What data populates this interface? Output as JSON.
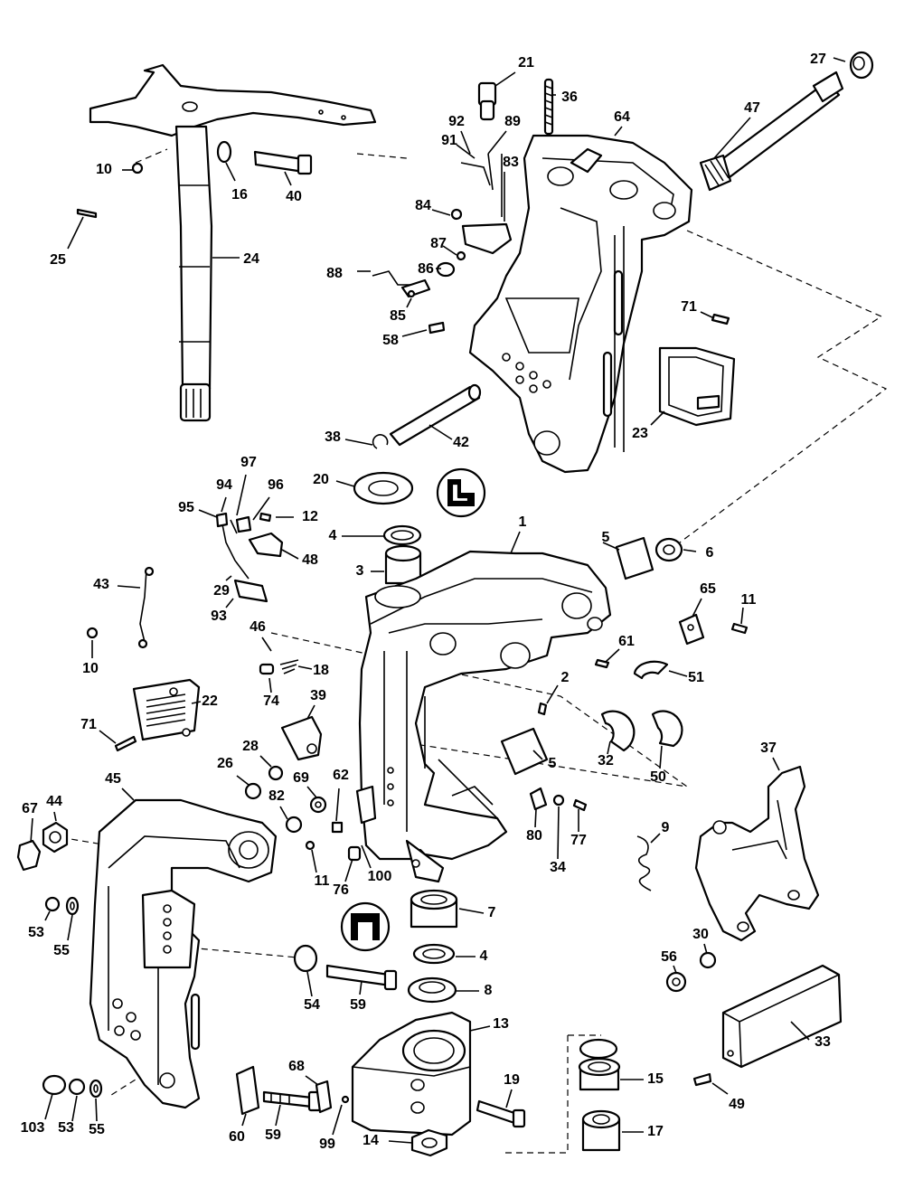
{
  "callouts": [
    {
      "label": "21"
    },
    {
      "label": "36"
    },
    {
      "label": "64"
    },
    {
      "label": "47"
    },
    {
      "label": "27"
    },
    {
      "label": "92"
    },
    {
      "label": "89"
    },
    {
      "label": "91"
    },
    {
      "label": "83"
    },
    {
      "label": "84"
    },
    {
      "label": "87"
    },
    {
      "label": "88"
    },
    {
      "label": "86"
    },
    {
      "label": "85"
    },
    {
      "label": "58"
    },
    {
      "label": "71"
    },
    {
      "label": "23"
    },
    {
      "label": "10"
    },
    {
      "label": "16"
    },
    {
      "label": "40"
    },
    {
      "label": "25"
    },
    {
      "label": "24"
    },
    {
      "label": "38"
    },
    {
      "label": "42"
    },
    {
      "label": "20"
    },
    {
      "label": "97"
    },
    {
      "label": "94"
    },
    {
      "label": "96"
    },
    {
      "label": "95"
    },
    {
      "label": "12"
    },
    {
      "label": "4"
    },
    {
      "label": "1"
    },
    {
      "label": "5"
    },
    {
      "label": "6"
    },
    {
      "label": "48"
    },
    {
      "label": "3"
    },
    {
      "label": "29"
    },
    {
      "label": "43"
    },
    {
      "label": "93"
    },
    {
      "label": "65"
    },
    {
      "label": "11"
    },
    {
      "label": "46"
    },
    {
      "label": "18"
    },
    {
      "label": "61"
    },
    {
      "label": "10"
    },
    {
      "label": "51"
    },
    {
      "label": "74"
    },
    {
      "label": "22"
    },
    {
      "label": "39"
    },
    {
      "label": "2"
    },
    {
      "label": "71"
    },
    {
      "label": "28"
    },
    {
      "label": "32"
    },
    {
      "label": "5"
    },
    {
      "label": "50"
    },
    {
      "label": "37"
    },
    {
      "label": "26"
    },
    {
      "label": "69"
    },
    {
      "label": "62"
    },
    {
      "label": "45"
    },
    {
      "label": "67"
    },
    {
      "label": "44"
    },
    {
      "label": "82"
    },
    {
      "label": "80"
    },
    {
      "label": "77"
    },
    {
      "label": "9"
    },
    {
      "label": "11"
    },
    {
      "label": "100"
    },
    {
      "label": "34"
    },
    {
      "label": "76"
    },
    {
      "label": "7"
    },
    {
      "label": "53"
    },
    {
      "label": "55"
    },
    {
      "label": "4"
    },
    {
      "label": "30"
    },
    {
      "label": "56"
    },
    {
      "label": "54"
    },
    {
      "label": "59"
    },
    {
      "label": "8"
    },
    {
      "label": "13"
    },
    {
      "label": "33"
    },
    {
      "label": "68"
    },
    {
      "label": "19"
    },
    {
      "label": "15"
    },
    {
      "label": "49"
    },
    {
      "label": "103"
    },
    {
      "label": "53"
    },
    {
      "label": "55"
    },
    {
      "label": "60"
    },
    {
      "label": "59"
    },
    {
      "label": "99"
    },
    {
      "label": "14"
    },
    {
      "label": "17"
    }
  ]
}
